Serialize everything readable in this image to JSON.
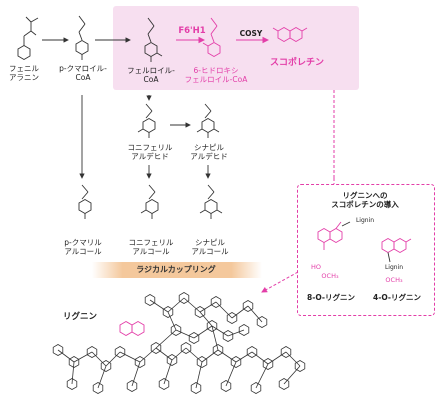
{
  "pathway": {
    "phenylalanine": "フェニル\nアラニン",
    "coumaroyl_coa": "p-クマロイル-\nCoA",
    "feruloyl_coa": "フェルロイル-\nCoA",
    "hydroxyferuloyl_coa": "6-ヒドロキシ\nフェルロイル-CoA",
    "scopoletin": "スコポレチン",
    "enzyme_f6h1": "F6'H1",
    "enzyme_cosy": "COSY",
    "coniferaldehyde": "コニフェリル\nアルデヒド",
    "sinapaldehyde": "シナピル\nアルデヒド",
    "coumaryl_alcohol": "p-クマリル\nアルコール",
    "coniferyl_alcohol": "コニフェリル\nアルコール",
    "sinapyl_alcohol": "シナピル\nアルコール",
    "radical_coupling": "ラジカルカップリング",
    "lignin": "リグニン"
  },
  "inset": {
    "title": "リグニンへの\nスコポレチンの導入",
    "label_8o": "8-O-リグニン",
    "label_4o": "4-O-リグニン",
    "lignin_tag_1": "Lignin",
    "lignin_tag_2": "Lignin",
    "ho_tag": "HO",
    "och3_tag_1": "OCH₃",
    "och3_tag_2": "OCH₃"
  },
  "colors": {
    "accent": "#e33ea8",
    "highlight": "#f7dff0",
    "band": "#f4c89c"
  }
}
